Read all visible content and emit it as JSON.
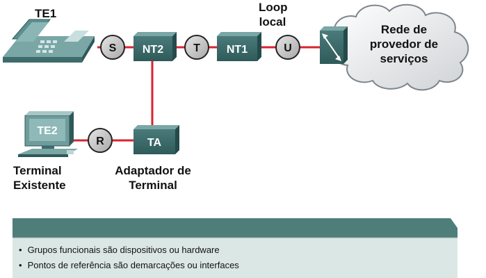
{
  "devices": {
    "te1": "TE1",
    "te2": "TE2",
    "nt2": "NT2",
    "nt1": "NT1",
    "ta": "TA"
  },
  "reference_points": {
    "s": "S",
    "t": "T",
    "u": "U",
    "r": "R"
  },
  "labels": {
    "loop_line1": "Loop",
    "loop_line2": "local",
    "cloud_line1": "Rede de",
    "cloud_line2": "provedor de",
    "cloud_line3": "serviços",
    "terminal_line1": "Terminal",
    "terminal_line2": "Existente",
    "adapter_line1": "Adaptador de",
    "adapter_line2": "Terminal"
  },
  "notes": [
    "Grupos funcionais são dispositivos ou hardware",
    "Pontos de referência são demarcações ou interfaces"
  ],
  "colors": {
    "link": "#d9232e",
    "box_fill": "#3e6b6b",
    "box_top": "#6f9b9b",
    "circle_fill": "#c8c8c8",
    "panel_fill": "#dbe7e4",
    "panel_header": "#4f7d7a"
  }
}
